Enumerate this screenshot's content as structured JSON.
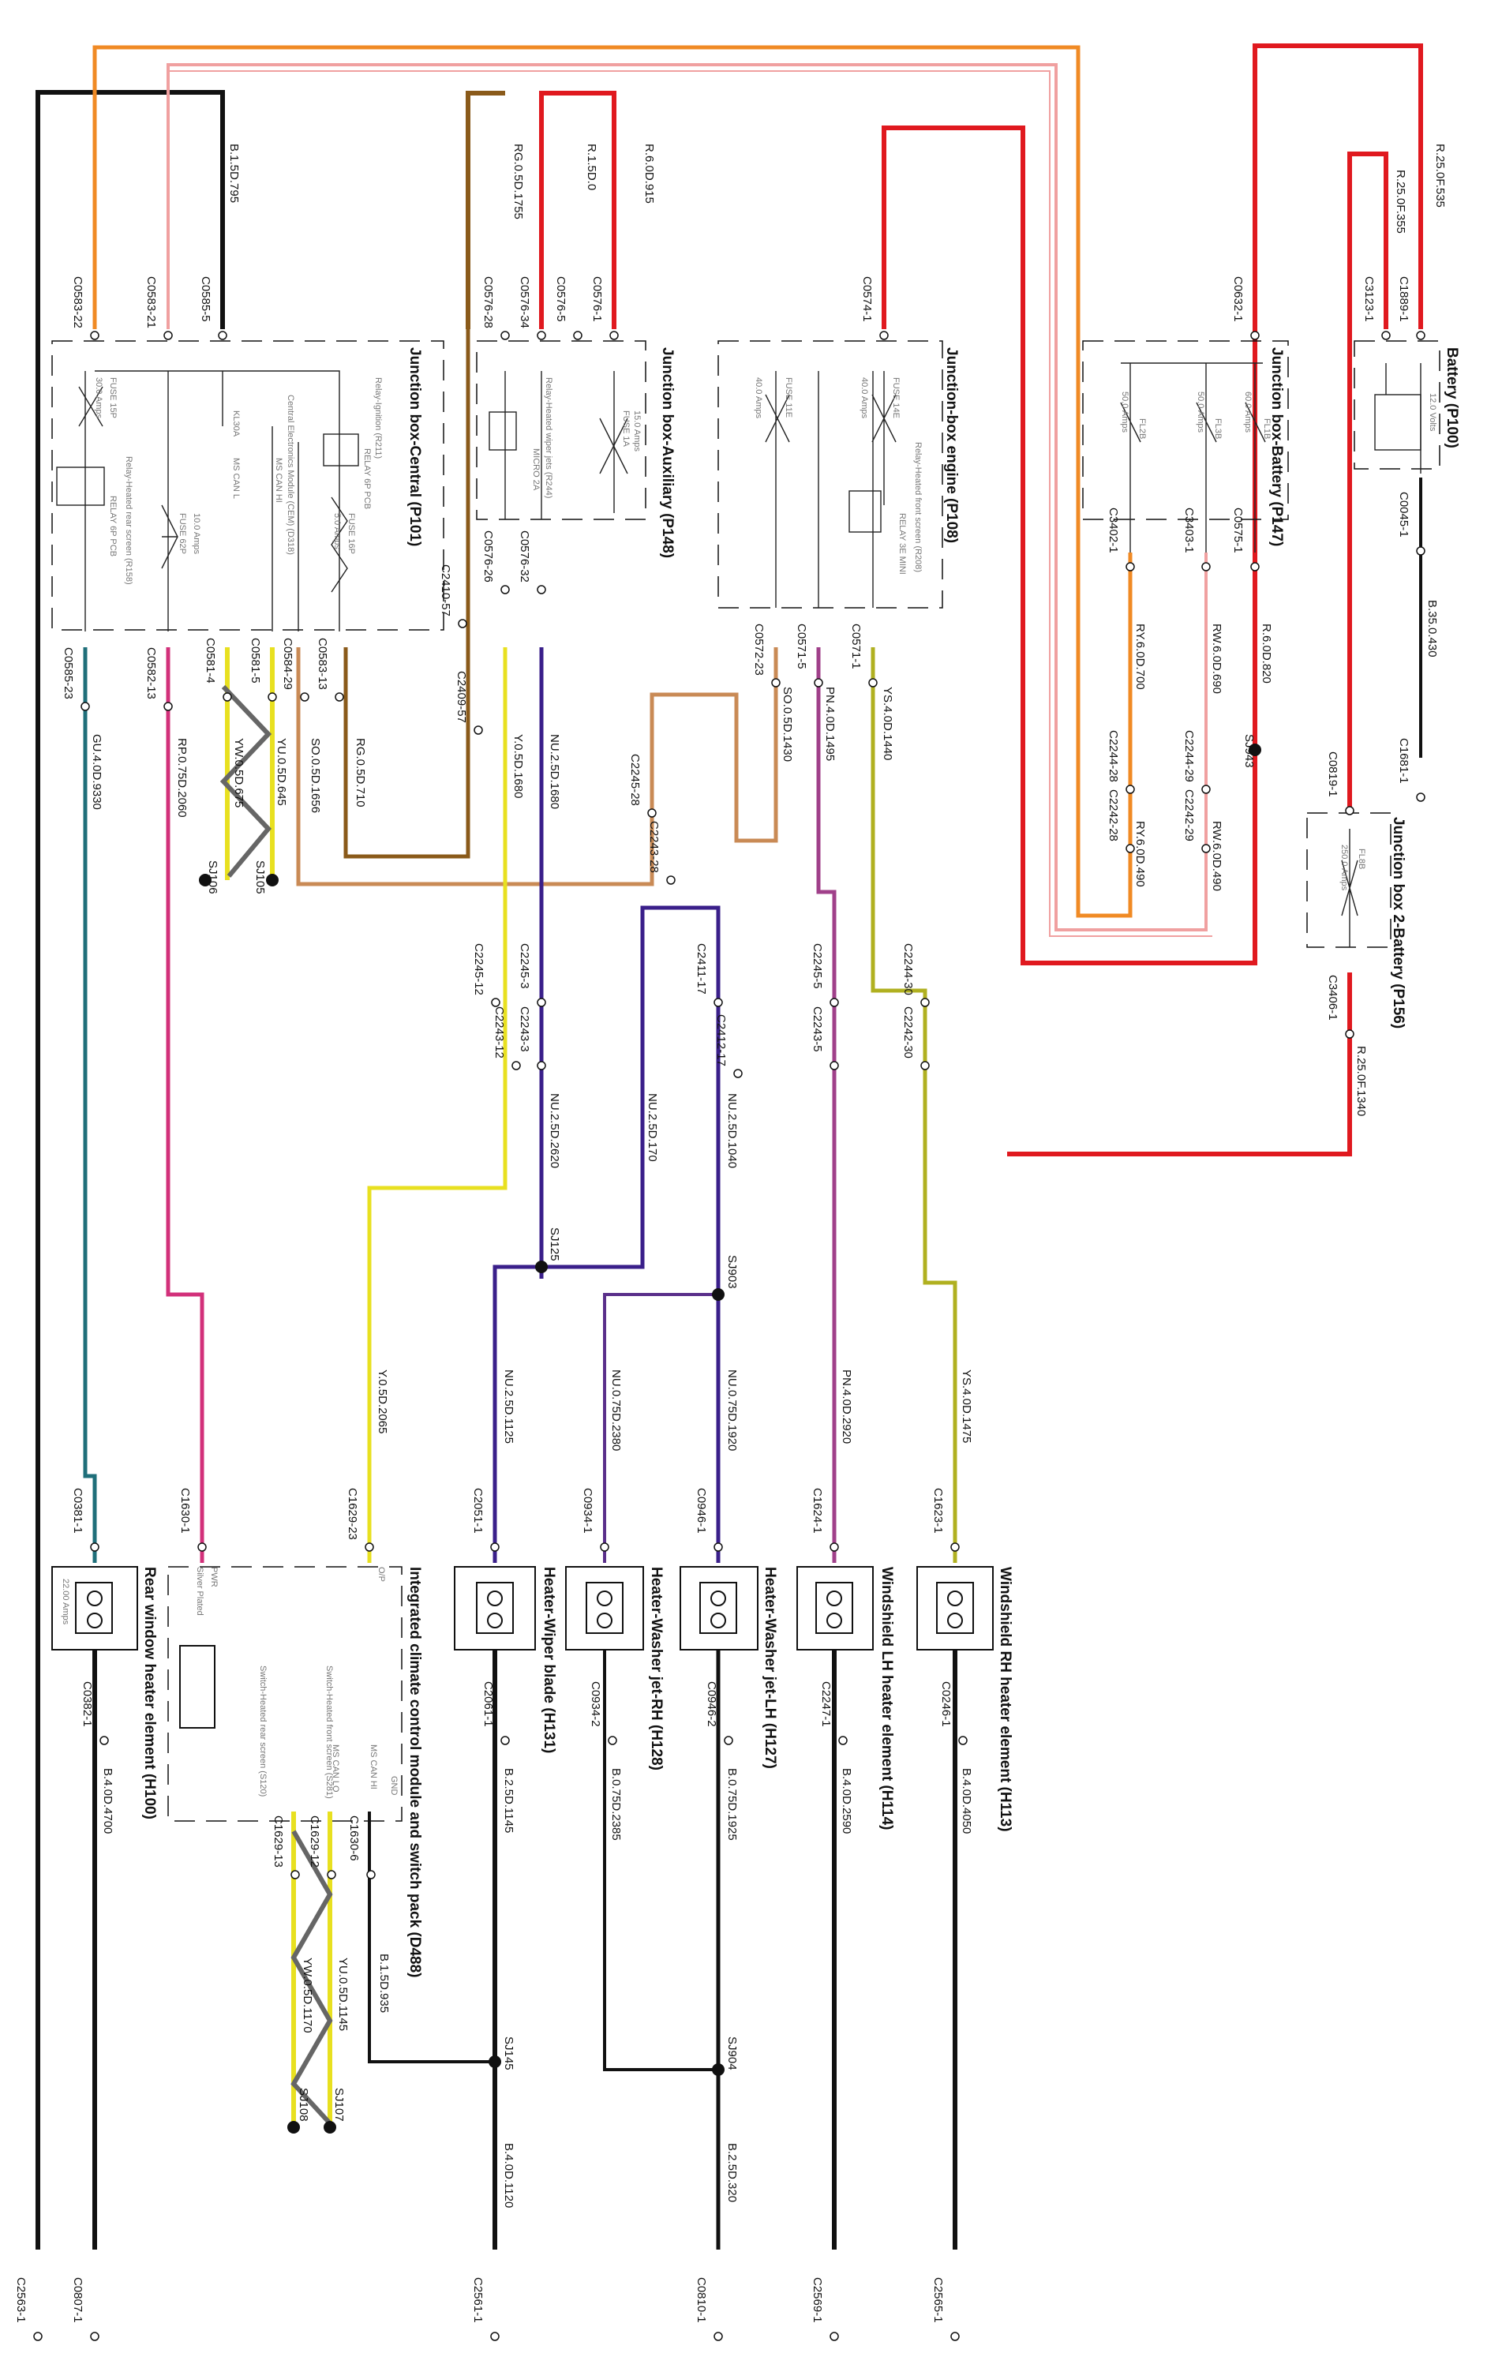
{
  "colors": {
    "black": "#111111",
    "red": "#e0191f",
    "orange": "#f08a24",
    "pink": "#f0a0a0",
    "brown": "#8a5a1a",
    "lightbrown": "#c98a55",
    "yellow": "#e8e020",
    "teal": "#1f6f7a",
    "magenta": "#d2307a",
    "purple": "#3a1f8a",
    "violet": "#7a2f8a",
    "olive": "#b0b020",
    "grey": "#666666"
  },
  "wire_labels": [
    "B.1.5D.795",
    "RG.0.5D.1755",
    "R.1.5D.0",
    "R.6.0D.915",
    "R.25.0F.535",
    "R.25.0F.355",
    "GU.4.0D.9330",
    "RP.0.75D.2060",
    "YW.0.5D.675",
    "YU.0.5D.645",
    "SO.0.5D.1656",
    "RG.0.5D.710",
    "Y.0.5D.1680",
    "NU.2.5D.1680",
    "SO.0.5D.1430",
    "PN.4.0D.1495",
    "YS.4.0D.1440",
    "RY.6.0D.700",
    "RW.6.0D.690",
    "R.6.0D.820",
    "B.35.0.430",
    "RY.6.0D.490",
    "RW.6.0D.490",
    "R.25.0F.1340",
    "NU.2.5D.2620",
    "NU.2.5D.170",
    "NU.2.5D.1040",
    "Y.0.5D.2065",
    "NU.2.5D.1125",
    "NU.0.75D.2380",
    "NU.0.75D.1920",
    "PN.4.0D.2920",
    "YS.4.0D.1475",
    "B.4.0D.4700",
    "B.2.5D.1145",
    "B.0.75D.2385",
    "B.0.75D.1925",
    "B.4.0D.2590",
    "B.4.0D.4050",
    "B.1.5D.935",
    "YU.0.5D.1145",
    "YW.0.5D.1170",
    "B.4.0D.1120",
    "B.2.5D.320"
  ],
  "connectors": [
    "C0583-22",
    "C0583-21",
    "C0585-5",
    "C0576-28",
    "C0576-34",
    "C0576-5",
    "C0576-1",
    "C0574-1",
    "C0632-1",
    "C3123-1",
    "C1889-1",
    "C0585-23",
    "C0582-13",
    "C0581-4",
    "C0581-5",
    "C0584-29",
    "C0583-13",
    "C2410-57",
    "C2409-57",
    "C0576-26",
    "C0576-32",
    "C2245-28",
    "C2243-28",
    "C0572-23",
    "C0571-5",
    "C0571-1",
    "C3402-1",
    "C3403-1",
    "C0575-1",
    "C2244-28",
    "C2242-28",
    "C2244-29",
    "C2242-29",
    "C0045-1",
    "C1681-1",
    "C0819-1",
    "C3406-1",
    "C2245-12",
    "C2243-12",
    "C2245-3",
    "C2243-3",
    "C2411-17",
    "C2412-17",
    "C2245-5",
    "C2243-5",
    "C2244-30",
    "C2242-30",
    "C0381-1",
    "C1630-1",
    "C1629-23",
    "C2051-1",
    "C0934-1",
    "C0946-1",
    "C1624-1",
    "C1623-1",
    "C0382-1",
    "C2061-1",
    "C0934-2",
    "C0946-2",
    "C2247-1",
    "C0246-1",
    "C1630-6",
    "C1629-12",
    "C1629-13",
    "C2563-1",
    "C0807-1",
    "C2561-1",
    "C0810-1",
    "C2569-1",
    "C2565-1"
  ],
  "splices": [
    "SJ105",
    "SJ106",
    "SJ943",
    "SJ125",
    "SJ903",
    "SJ145",
    "SJ904",
    "SJ107",
    "SJ108"
  ],
  "components": {
    "jb_central": "Junction box-Central (P101)",
    "jb_auxiliary": "Junction box-Auxiliary (P148)",
    "jb_engine": "Junction-box engine (P108)",
    "jb_battery": "Junction box-Battery (P147)",
    "battery": "Battery (P100)",
    "jb_battery2": "Junction box 2-Battery (P156)",
    "rear_window": "Rear window heater element (H100)",
    "iccm": "Integrated climate control module and switch pack (D488)",
    "wiper_blade": "Heater-Wiper blade (H131)",
    "washer_rh": "Heater-Washer jet-RH (H128)",
    "washer_lh": "Heater-Washer jet-LH (H127)",
    "windshield_lh": "Windshield LH heater element (H114)",
    "windshield_rh": "Windshield RH heater element (H113)"
  },
  "internals": {
    "fuse_15p": "FUSE 15P",
    "fuse_15p_rating": "30.0 Amps",
    "fuse_62p": "FUSE 62P",
    "fuse_62p_rating": "10.0 Amps",
    "fuse_16p": "FUSE 16P",
    "fuse_16p_rating": "5.0 Amps",
    "kl30a": "KL30A",
    "ms_can_l": "MS CAN L",
    "ms_can_hi": "MS CAN HI",
    "relay_rear": "Relay-Heated rear screen (R158)",
    "relay_rear_tag": "RELAY 6P PCB",
    "relay_ign": "Relay-Ignition (R211)",
    "relay_ign_tag": "RELAY 6P PCB",
    "cem": "Central Electronics Module (CEM) (D318)",
    "relay_wiper": "Relay-Heated wiper jets (R244)",
    "relay_wiper_tag": "MICRO 2A",
    "fuse_1a": "FUSE 1A",
    "fuse_1a_rating": "15.0 Amps",
    "fuse_11e": "FUSE 11E",
    "fuse_11e_rating": "40.0 Amps",
    "fuse_14e": "FUSE 14E",
    "fuse_14e_rating": "40.0 Amps",
    "relay_front": "Relay-Heated front screen (R208)",
    "relay_front_tag": "RELAY 3E MINI",
    "fl2b": "FL2B",
    "fl2b_rating": "50.0 Amps",
    "fl3b": "FL3B",
    "fl3b_rating": "50.0 Amps",
    "fl1b": "FL1B",
    "fl1b_rating": "60.0 Amps",
    "battery_voltage": "12.0 Volts",
    "fl8b": "FL8B",
    "fl8b_rating": "250.0 Amps",
    "rear_rating": "22.00 Amps",
    "pwr": "PWR",
    "silver": "Silver Plated",
    "gnd": "GND",
    "ip": "O/P",
    "sw_front": "Switch-Heated front screen (S281)",
    "sw_rear": "Switch-Heated rear screen (S120)",
    "ms_can_lo": "MS CAN LO",
    "ms_can_hi2": "MS CAN HI"
  }
}
